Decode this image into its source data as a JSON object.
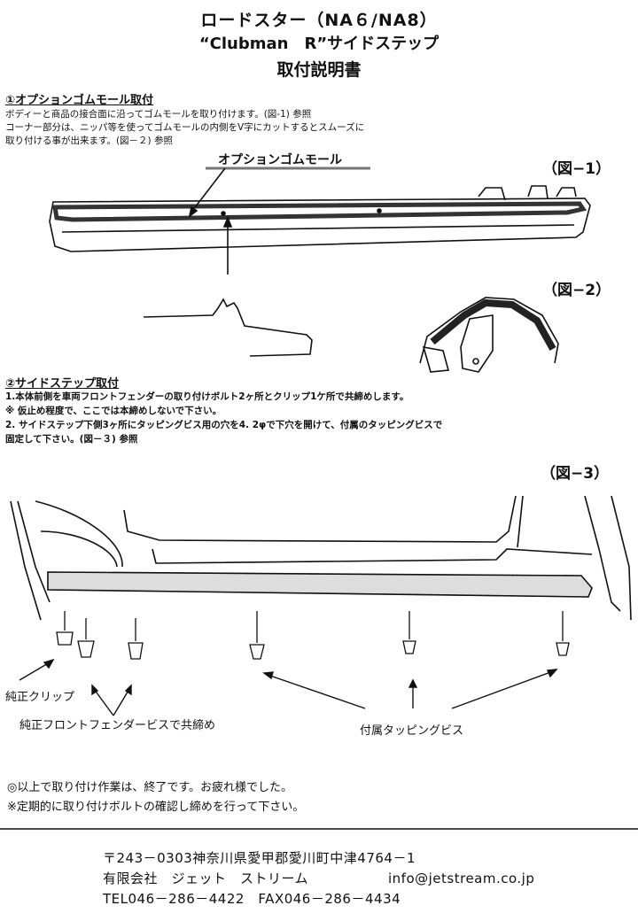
{
  "header": {
    "line1": "ロードスター（NA６/NA8）",
    "line2": "“Clubman　R”サイドステップ",
    "line3": "取付説明書"
  },
  "section1": {
    "heading": "①オプションゴムモール取付",
    "lines": [
      "ボディーと商品の接合面に沿ってゴムモールを取り付けます。(図-1) 参照",
      "コーナー部分は、ニッパ等を使ってゴムモールの内側をV字にカットするとスムーズに",
      "取り付ける事が出来ます。(図－２) 参照"
    ],
    "callout": "オプションゴムモール",
    "fig1": "（図−1）",
    "fig2": "（図−2）"
  },
  "section2": {
    "heading": "②サイドステップ取付",
    "lines": [
      "1.本体前側を車両フロントフェンダーの取り付けボルト2ヶ所とクリップ1ケ所で共締めします。",
      "※ 仮止め程度で、ここでは本締めしないで下さい。",
      "2. サイドステップ下側3ヶ所にタッピングビス用の穴を4. 2φで下穴を開けて、付属のタッピングビスで",
      "固定して下さい。(図－３) 参照"
    ],
    "fig3": "（図−3）",
    "callout_clip": "純正クリップ",
    "callout_fender": "純正フロントフェンダービスで共締め",
    "callout_screw": "付属タッピングビス"
  },
  "notes": {
    "line1": "◎以上で取り付け作業は、終了です。お疲れ様でした。",
    "line2": "※定期的に取り付けボルトの確認し締めを行って下さい。"
  },
  "footer": {
    "address": "〒243－0303神奈川県愛甲郡愛川町中津4764－1",
    "company": "有限会社　ジェット　ストリーム",
    "email": "info@jetstream.co.jp",
    "phone": "TEL046－286－4422　FAX046－286－4434"
  }
}
